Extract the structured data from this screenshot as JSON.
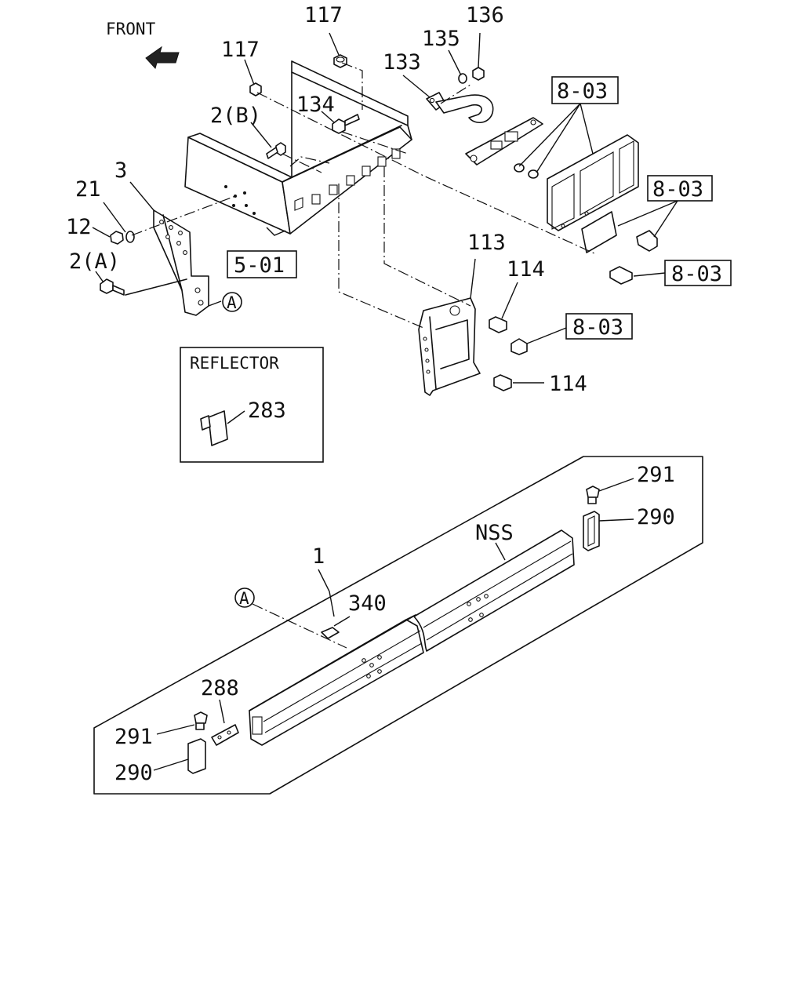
{
  "direction_label": "FRONT",
  "reflector_box": {
    "title": "REFLECTOR",
    "part": "283"
  },
  "references": {
    "frame_assembly": "5-01",
    "plate_top": "8-03",
    "bolt_right": "8-03",
    "bolt_lower": "8-03",
    "cap": "8-03"
  },
  "callouts": {
    "nut_117_top": "117",
    "nut_117_left": "117",
    "nut_136": "136",
    "washer_135": "135",
    "hook_133": "133",
    "bolt_134": "134",
    "bolt_2b": "2(B)",
    "bracket_3": "3",
    "washer_21": "21",
    "nut_12": "12",
    "bolt_2a": "2(A)",
    "circle_a_upper": "A",
    "bracket_113": "113",
    "bolt_114_upper": "114",
    "bolt_114_lower": "114",
    "frame_1": "1",
    "nss": "NSS",
    "circle_a_lower": "A",
    "pin_340": "340",
    "plate_288": "288",
    "bolt_291_left": "291",
    "cap_290_left": "290",
    "bolt_291_right": "291",
    "cap_290_right": "290"
  }
}
